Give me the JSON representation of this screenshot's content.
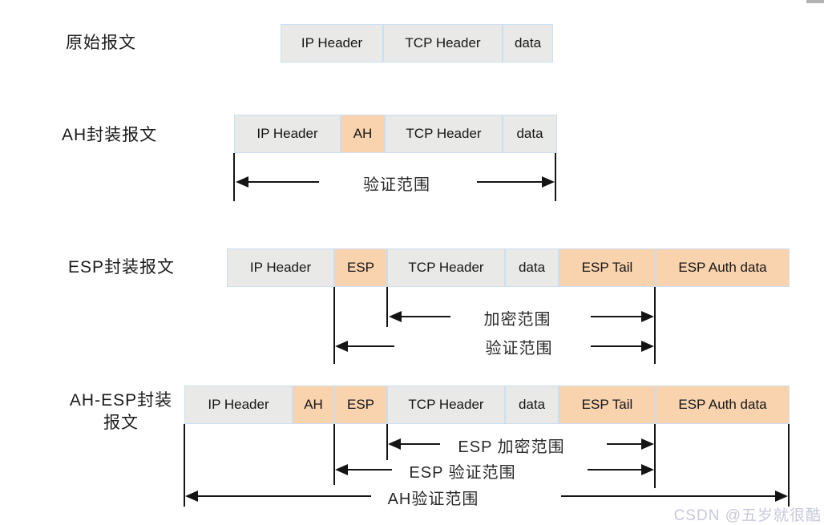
{
  "colors": {
    "segment_gray": "#e9e9e7",
    "segment_highlight": "#f9d2ae",
    "segment_border": "#cbdff2",
    "line": "#141414",
    "watermark": "#c7c8dc"
  },
  "diagram": {
    "rows": [
      {
        "label": "原始报文",
        "segments": [
          {
            "label": "IP Header",
            "highlight": false
          },
          {
            "label": "TCP Header",
            "highlight": false
          },
          {
            "label": "data",
            "highlight": false
          }
        ],
        "ranges": []
      },
      {
        "label": "AH封装报文",
        "segments": [
          {
            "label": "IP Header",
            "highlight": false
          },
          {
            "label": "AH",
            "highlight": true
          },
          {
            "label": "TCP Header",
            "highlight": false
          },
          {
            "label": "data",
            "highlight": false
          }
        ],
        "ranges": [
          {
            "label": "验证范围"
          }
        ]
      },
      {
        "label": "ESP封装报文",
        "segments": [
          {
            "label": "IP Header",
            "highlight": false
          },
          {
            "label": "ESP",
            "highlight": true
          },
          {
            "label": "TCP Header",
            "highlight": false
          },
          {
            "label": "data",
            "highlight": false
          },
          {
            "label": "ESP Tail",
            "highlight": true
          },
          {
            "label": "ESP Auth data",
            "highlight": true
          }
        ],
        "ranges": [
          {
            "label": "加密范围"
          },
          {
            "label": "验证范围"
          }
        ]
      },
      {
        "label": "AH-ESP封装\n报文",
        "segments": [
          {
            "label": "IP Header",
            "highlight": false
          },
          {
            "label": "AH",
            "highlight": true
          },
          {
            "label": "ESP",
            "highlight": true
          },
          {
            "label": "TCP Header",
            "highlight": false
          },
          {
            "label": "data",
            "highlight": false
          },
          {
            "label": "ESP Tail",
            "highlight": true
          },
          {
            "label": "ESP Auth data",
            "highlight": true
          }
        ],
        "ranges": [
          {
            "label": "ESP 加密范围"
          },
          {
            "label": "ESP 验证范围"
          },
          {
            "label": "AH验证范围"
          }
        ]
      }
    ]
  },
  "watermark": "CSDN @五岁就很酷"
}
